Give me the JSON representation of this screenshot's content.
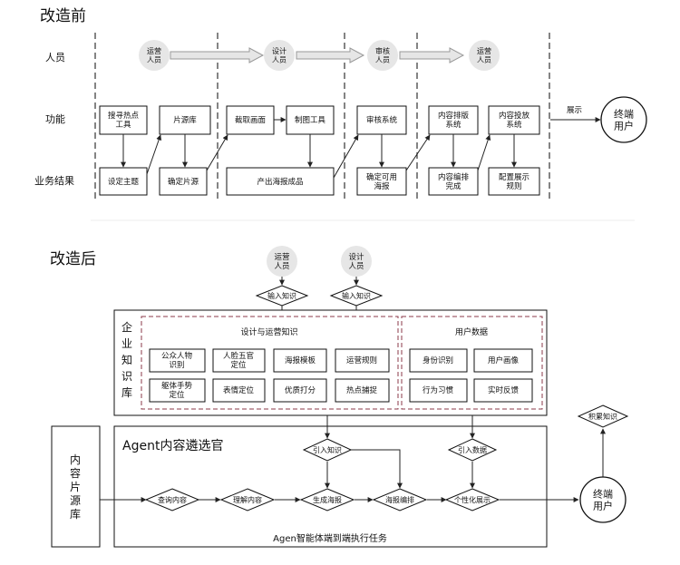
{
  "before": {
    "title": "改造前",
    "rows": [
      "人员",
      "功能",
      "业务结果"
    ],
    "roles": [
      "运营\n人员",
      "设计\n人员",
      "审核\n人员",
      "运营\n人员"
    ],
    "functions": [
      "搜寻热点\n工具",
      "片源库",
      "截取画面",
      "制图工具",
      "审核系统",
      "内容排版\n系统",
      "内容投放\n系统"
    ],
    "results": [
      "设定主题",
      "确定片源",
      "产出海报成品",
      "确定可用\n海报",
      "内容编排\n完成",
      "配置展示\n规则"
    ],
    "show_label": "展示",
    "end_user": "终端\n用户"
  },
  "after": {
    "title": "改造后",
    "roles": [
      "运营\n人员",
      "设计\n人员"
    ],
    "input_knowledge": "输入知识",
    "kb_label": "企\n业\n知\n识\n库",
    "design_ops_title": "设计与运营知识",
    "design_ops_items": [
      "公众人物\n识别",
      "人脸五官\n定位",
      "海报模板",
      "运营规则",
      "躯体手势\n定位",
      "表情定位",
      "优质打分",
      "热点捕捉"
    ],
    "user_data_title": "用户数据",
    "user_data_items": [
      "身份识别",
      "用户画像",
      "行为习惯",
      "实时反馈"
    ],
    "agent_title": "Agent内容遴选官",
    "source_library": "内\n容\n片\n源\n库",
    "flow": [
      "查询内容",
      "理解内容",
      "生成海报",
      "海报编排",
      "个性化展示"
    ],
    "import_knowledge": "引入知识",
    "import_data": "引入数据",
    "accumulate": "积累知识",
    "end_user": "终端\n用户",
    "footer": "Agen智能体端到端执行任务"
  }
}
